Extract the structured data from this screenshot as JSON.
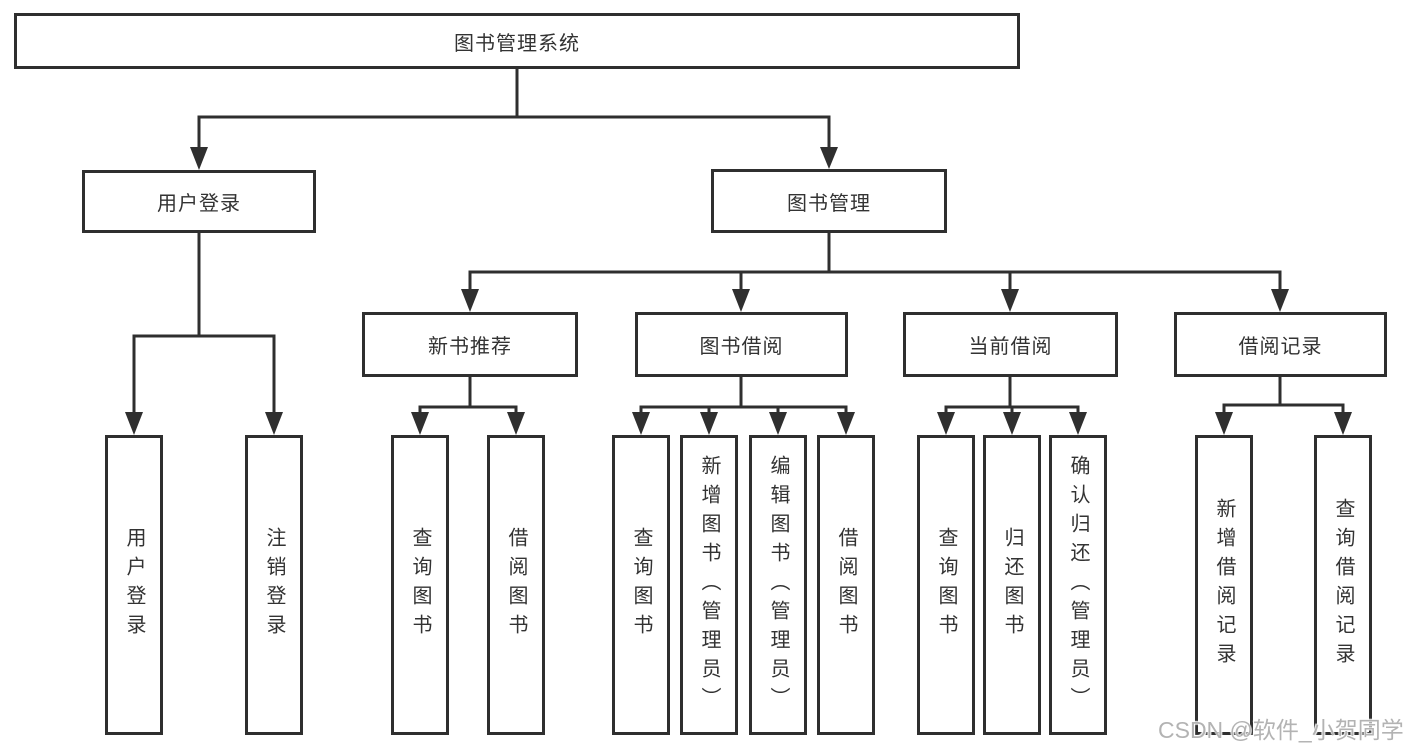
{
  "watermark": "CSDN @软件_小贺同学",
  "colors": {
    "line": "#2f2f2f",
    "text": "#333333",
    "background": "#ffffff",
    "watermark": "#b3b3b3"
  },
  "tree": {
    "root": {
      "label": "图书管理系统"
    },
    "branches": [
      {
        "label": "用户登录",
        "children": [
          {
            "label": "用户登录"
          },
          {
            "label": "注销登录"
          }
        ]
      },
      {
        "label": "图书管理",
        "children": [
          {
            "label": "新书推荐",
            "children": [
              {
                "label": "查询图书"
              },
              {
                "label": "借阅图书"
              }
            ]
          },
          {
            "label": "图书借阅",
            "children": [
              {
                "label": "查询图书"
              },
              {
                "label": "新增图书（管理员）"
              },
              {
                "label": "编辑图书（管理员）"
              },
              {
                "label": "借阅图书"
              }
            ]
          },
          {
            "label": "当前借阅",
            "children": [
              {
                "label": "查询图书"
              },
              {
                "label": "归还图书"
              },
              {
                "label": "确认归还（管理员）"
              }
            ]
          },
          {
            "label": "借阅记录",
            "children": [
              {
                "label": "新增借阅记录"
              },
              {
                "label": "查询借阅记录"
              }
            ]
          }
        ]
      }
    ]
  }
}
